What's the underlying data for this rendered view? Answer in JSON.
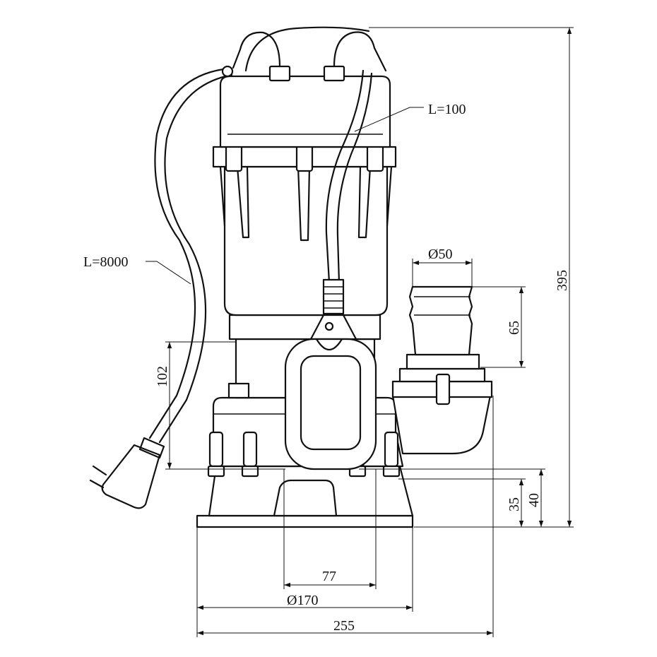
{
  "labels": {
    "float_cable_length": "L=100",
    "power_cable_length": "L=8000",
    "outlet_diameter": "Ø50",
    "outlet_height": "65",
    "float_height": "102",
    "total_height": "395",
    "outlet_center_height": "35",
    "flange_height": "40",
    "float_width": "77",
    "base_diameter": "Ø170",
    "overall_width": "255"
  },
  "colors": {
    "stroke": "#111111",
    "background": "#ffffff"
  }
}
